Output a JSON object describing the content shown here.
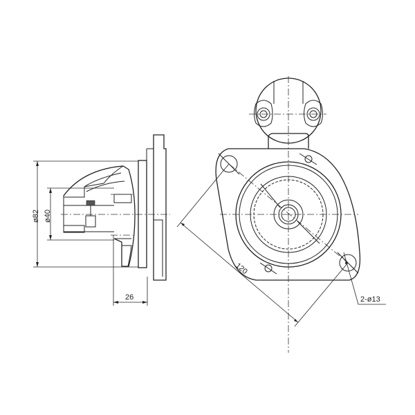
{
  "drawing": {
    "side_view": {
      "dim_outer_diameter": "ø82",
      "dim_pilot_diameter": "ø40",
      "dim_pilot_length": "26"
    },
    "front_view": {
      "dim_hole_spacing": "120",
      "dim_mount_holes": "2-ø13"
    }
  }
}
